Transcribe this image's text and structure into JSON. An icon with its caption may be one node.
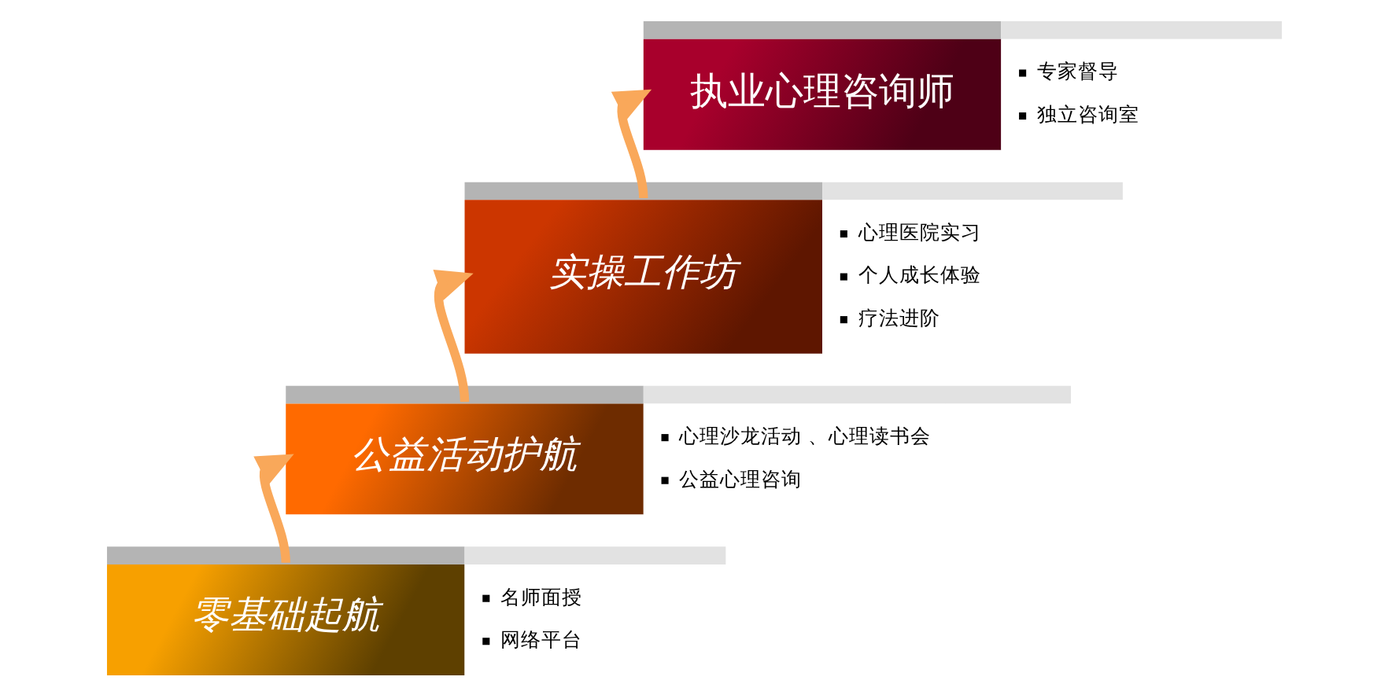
{
  "diagram": {
    "nodes": [
      {
        "text": [
          "执业心理咨询师",
          "专家督导",
          "独立咨询室"
        ]
      },
      {
        "text": [
          "实操工作坊",
          "心理医院实习",
          "个人成长体验",
          "疗法进阶"
        ]
      },
      {
        "text": [
          "公益活动护航",
          "心理沙龙活动 、心理读书会",
          "公益心理咨询"
        ]
      },
      {
        "text": [
          "零基础起航",
          "名师面授",
          "网络平台"
        ]
      }
    ],
    "edges": [
      {
        "from": 3,
        "to": 2,
        "arrow": "to"
      },
      {
        "from": 2,
        "to": 1,
        "arrow": "to"
      },
      {
        "from": 1,
        "to": 0,
        "arrow": "to"
      }
    ]
  }
}
